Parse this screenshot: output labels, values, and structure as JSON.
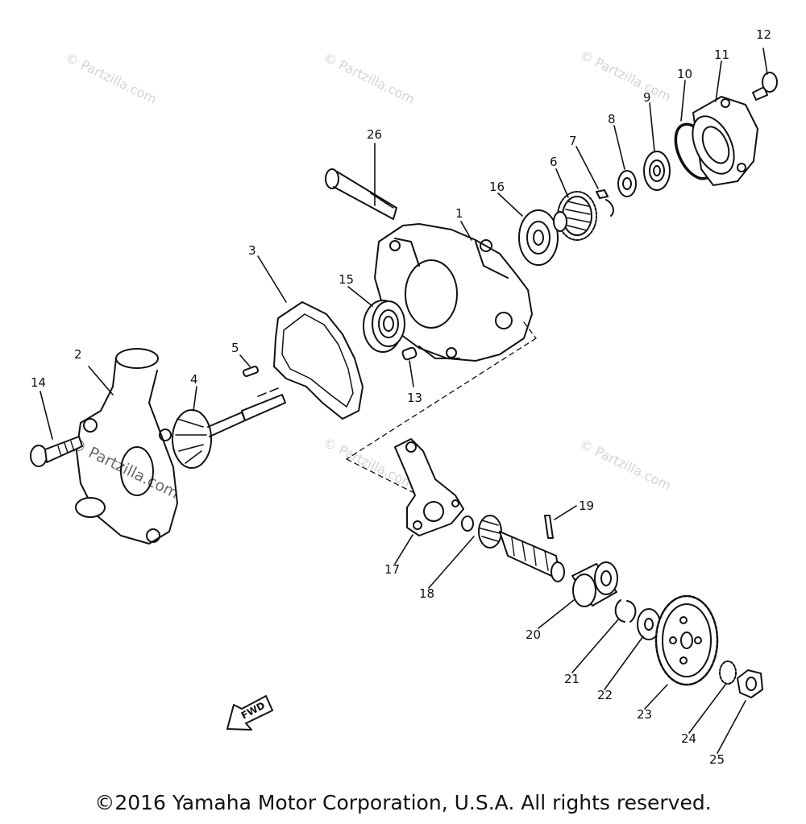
{
  "watermark_text": "© Partzilla.com",
  "copyright": "©2016 Yamaha Motor Corporation, U.S.A. All rights reserved.",
  "fwd_label": "FWD",
  "callouts": {
    "c1": "1",
    "c2": "2",
    "c3": "3",
    "c4": "4",
    "c5": "5",
    "c6": "6",
    "c7": "7",
    "c8": "8",
    "c9": "9",
    "c10": "10",
    "c11": "11",
    "c12": "12",
    "c13": "13",
    "c14": "14",
    "c15": "15",
    "c16": "16",
    "c17": "17",
    "c18": "18",
    "c19": "19",
    "c20": "20",
    "c21": "21",
    "c22": "22",
    "c23": "23",
    "c24": "24",
    "c25": "25",
    "c26": "26"
  }
}
